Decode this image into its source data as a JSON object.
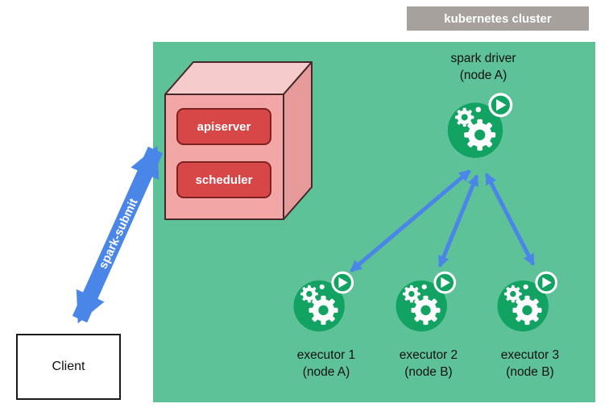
{
  "cluster": {
    "label": "kubernetes cluster"
  },
  "cube": {
    "boxes": [
      {
        "label": "apiserver"
      },
      {
        "label": "scheduler"
      }
    ]
  },
  "driver": {
    "name": "spark driver",
    "node": "(node A)"
  },
  "executors": [
    {
      "name": "executor 1",
      "node": "(node A)"
    },
    {
      "name": "executor 2",
      "node": "(node B)"
    },
    {
      "name": "executor 3",
      "node": "(node B)"
    }
  ],
  "client": {
    "label": "Client"
  },
  "spark_submit": {
    "label": "spark-submit"
  },
  "colors": {
    "cluster_green": "#5EC298",
    "icon_green": "#12A262",
    "arrow_blue": "#4A86E8",
    "box_red": "#D84747",
    "label_gray": "#A6A19C",
    "cube_front": "#F2A6A6",
    "cube_top": "#F6CBCB",
    "cube_side": "#E79A9A"
  }
}
